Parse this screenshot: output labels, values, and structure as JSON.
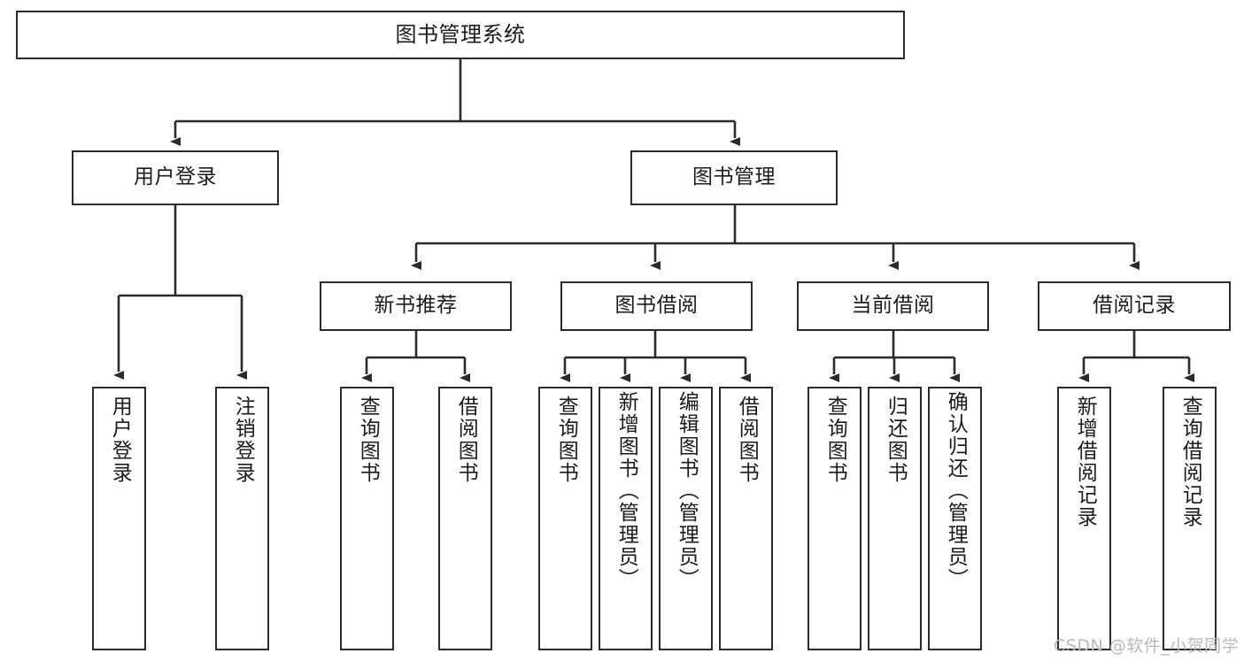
{
  "diagram": {
    "title": "图书管理系统",
    "type": "tree-structure-chart",
    "colors": {
      "box_border": "#2b2b2b",
      "box_fill": "#ffffff",
      "edge": "#2b2b2b",
      "text": "#1b1b1b",
      "watermark": "#b9b9b9"
    },
    "root": {
      "label": "图书管理系统"
    },
    "level2": [
      {
        "label": "用户登录"
      },
      {
        "label": "图书管理"
      }
    ],
    "level3": [
      {
        "label": "新书推荐"
      },
      {
        "label": "图书借阅"
      },
      {
        "label": "当前借阅"
      },
      {
        "label": "借阅记录"
      }
    ],
    "leaves": {
      "user_login": [
        {
          "label": "用户登录"
        },
        {
          "label": "注销登录"
        }
      ],
      "new_book_recommend": [
        {
          "label": "查询图书"
        },
        {
          "label": "借阅图书"
        }
      ],
      "book_borrow": [
        {
          "label": "查询图书"
        },
        {
          "label": "新增图书（管理员）"
        },
        {
          "label": "编辑图书（管理员）"
        },
        {
          "label": "借阅图书"
        }
      ],
      "current_borrow": [
        {
          "label": "查询图书"
        },
        {
          "label": "归还图书"
        },
        {
          "label": "确认归还（管理员）"
        }
      ],
      "borrow_record": [
        {
          "label": "新增借阅记录"
        },
        {
          "label": "查询借阅记录"
        }
      ]
    }
  },
  "watermark": {
    "text": "CSDN @软件_小贺同学"
  }
}
